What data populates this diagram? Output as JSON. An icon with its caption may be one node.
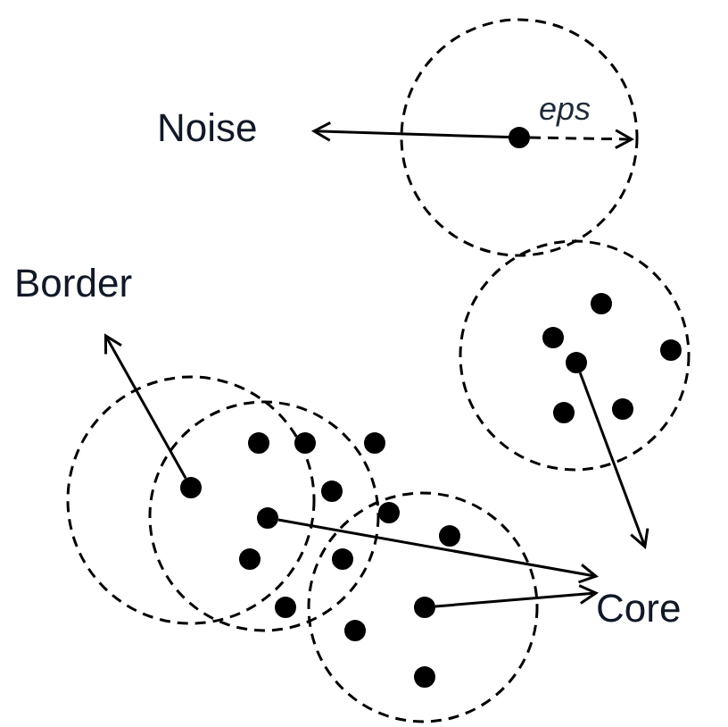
{
  "diagram": {
    "nodes": [
      {
        "text": [
          "Noise"
        ]
      },
      {
        "text": [
          "Border"
        ]
      },
      {
        "text": [
          "Core"
        ]
      },
      {
        "text": [],
        "shape": "circle"
      },
      {
        "text": [],
        "shape": "circle"
      },
      {
        "text": [],
        "shape": "circle"
      },
      {
        "text": [],
        "shape": "circle"
      },
      {
        "text": [],
        "shape": "circle"
      }
    ],
    "edges": [
      {
        "from": 3,
        "to": 0,
        "arrow": "to"
      },
      {
        "from": 4,
        "to": 1,
        "arrow": "to"
      },
      {
        "from": 7,
        "to": 2,
        "arrow": "to"
      },
      {
        "from": 5,
        "to": 2,
        "arrow": "to"
      },
      {
        "from": 6,
        "to": 2,
        "arrow": "to"
      }
    ],
    "labels": [
      "eps"
    ]
  }
}
